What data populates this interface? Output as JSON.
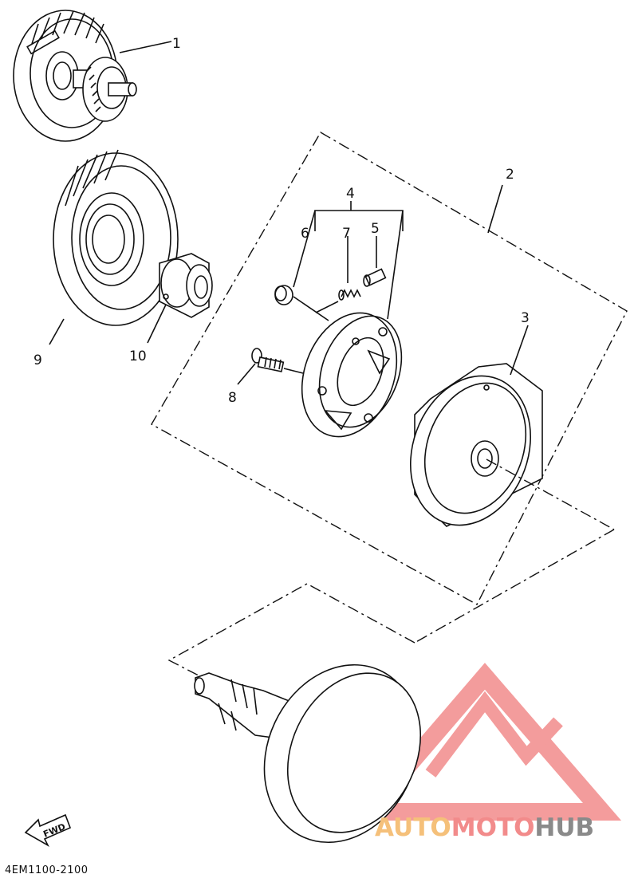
{
  "callouts": {
    "c1": "1",
    "c2": "2",
    "c3": "3",
    "c4": "4",
    "c5": "5",
    "c6": "6",
    "c7": "7",
    "c8": "8",
    "c9": "9",
    "c10": "10"
  },
  "fwd_label": "FWD",
  "diagram_code": "4EM1100-2100",
  "watermark": {
    "part1": "AUTO",
    "part2": "MOTO",
    "part3": "HUB",
    "color_orange": "#f5c07a",
    "color_red": "#f28b8b",
    "color_grey": "#8a8a8a"
  }
}
